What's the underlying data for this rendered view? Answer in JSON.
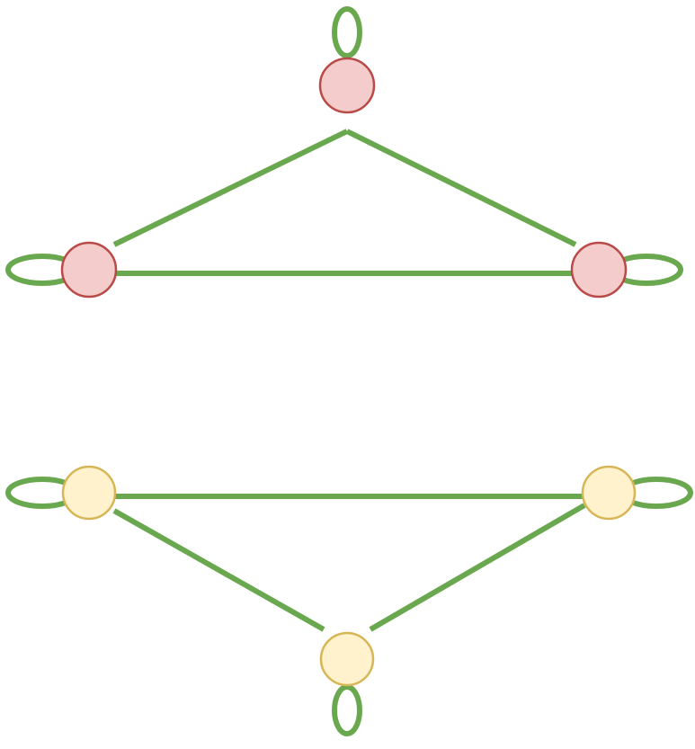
{
  "colors": {
    "background": "#ffffff",
    "edge": "#6aa84f",
    "top_node_fill": "#f4cccc",
    "top_node_stroke": "#b94a48",
    "bottom_node_fill": "#fff2cc",
    "bottom_node_stroke": "#d6b656"
  },
  "graphs": [
    {
      "name": "top-triangle",
      "nodes": [
        "top-apex",
        "top-left",
        "top-right"
      ],
      "edges": [
        [
          "top-apex",
          "top-left"
        ],
        [
          "top-apex",
          "top-right"
        ],
        [
          "top-left",
          "top-right"
        ]
      ],
      "self_loops": [
        "top-apex",
        "top-left",
        "top-right"
      ]
    },
    {
      "name": "bottom-triangle",
      "nodes": [
        "bottom-left",
        "bottom-right",
        "bottom-apex"
      ],
      "edges": [
        [
          "bottom-left",
          "bottom-apex"
        ],
        [
          "bottom-right",
          "bottom-apex"
        ],
        [
          "bottom-left",
          "bottom-right"
        ]
      ],
      "self_loops": [
        "bottom-left",
        "bottom-right",
        "bottom-apex"
      ]
    }
  ]
}
